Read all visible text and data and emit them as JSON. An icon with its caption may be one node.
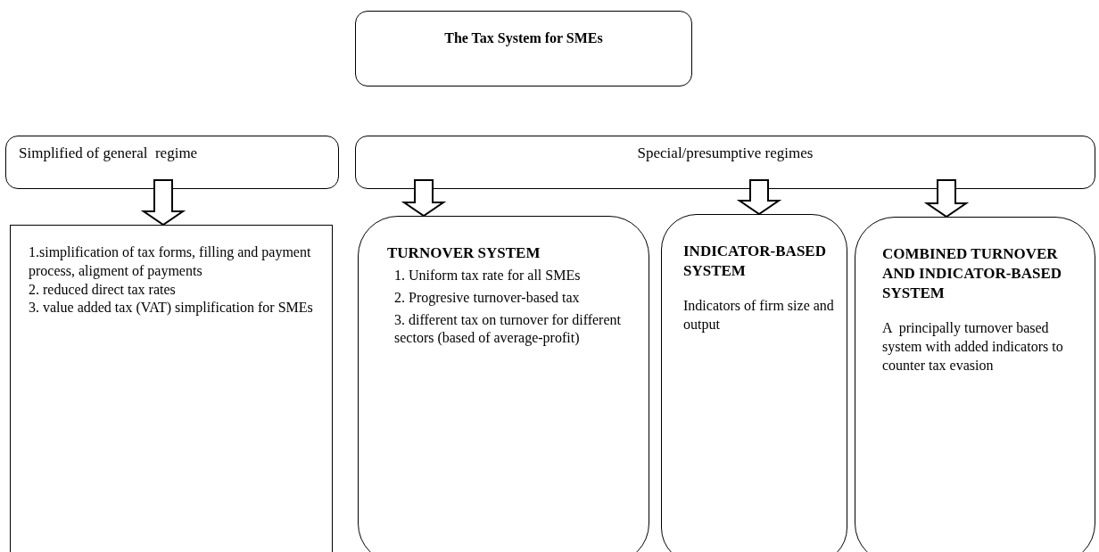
{
  "diagram": {
    "nodes": [
      {
        "text": [
          "The Tax System for SMEs"
        ]
      },
      {
        "text": [
          "Simplified of general  regime"
        ]
      },
      {
        "text": [
          "Special/presumptive regimes"
        ]
      },
      {
        "text": [
          "1.simplification of tax forms, filling and payment process, aligment of payments",
          "2. reduced direct tax rates",
          "3. value added tax (VAT) simplification for SMEs"
        ]
      },
      {
        "text": [
          "TURNOVER SYSTEM",
          "1. Uniform tax rate for all SMEs",
          "2. Progresive turnover-based tax",
          "3. different tax on turnover for different sectors (based of average-profit)"
        ]
      },
      {
        "text": [
          "INDICATOR-BASED SYSTEM",
          "Indicators of firm size and output"
        ]
      },
      {
        "text": [
          "COMBINED TURNOVER AND INDICATOR-BASED SYSTEM",
          "A  principally turnover based system with added indicators to counter tax evasion"
        ]
      }
    ],
    "edges": [
      {
        "from": 1,
        "to": 3,
        "arrow": "to"
      },
      {
        "from": 2,
        "to": 4,
        "arrow": "to"
      },
      {
        "from": 2,
        "to": 5,
        "arrow": "to"
      },
      {
        "from": 2,
        "to": 6,
        "arrow": "to"
      }
    ]
  }
}
